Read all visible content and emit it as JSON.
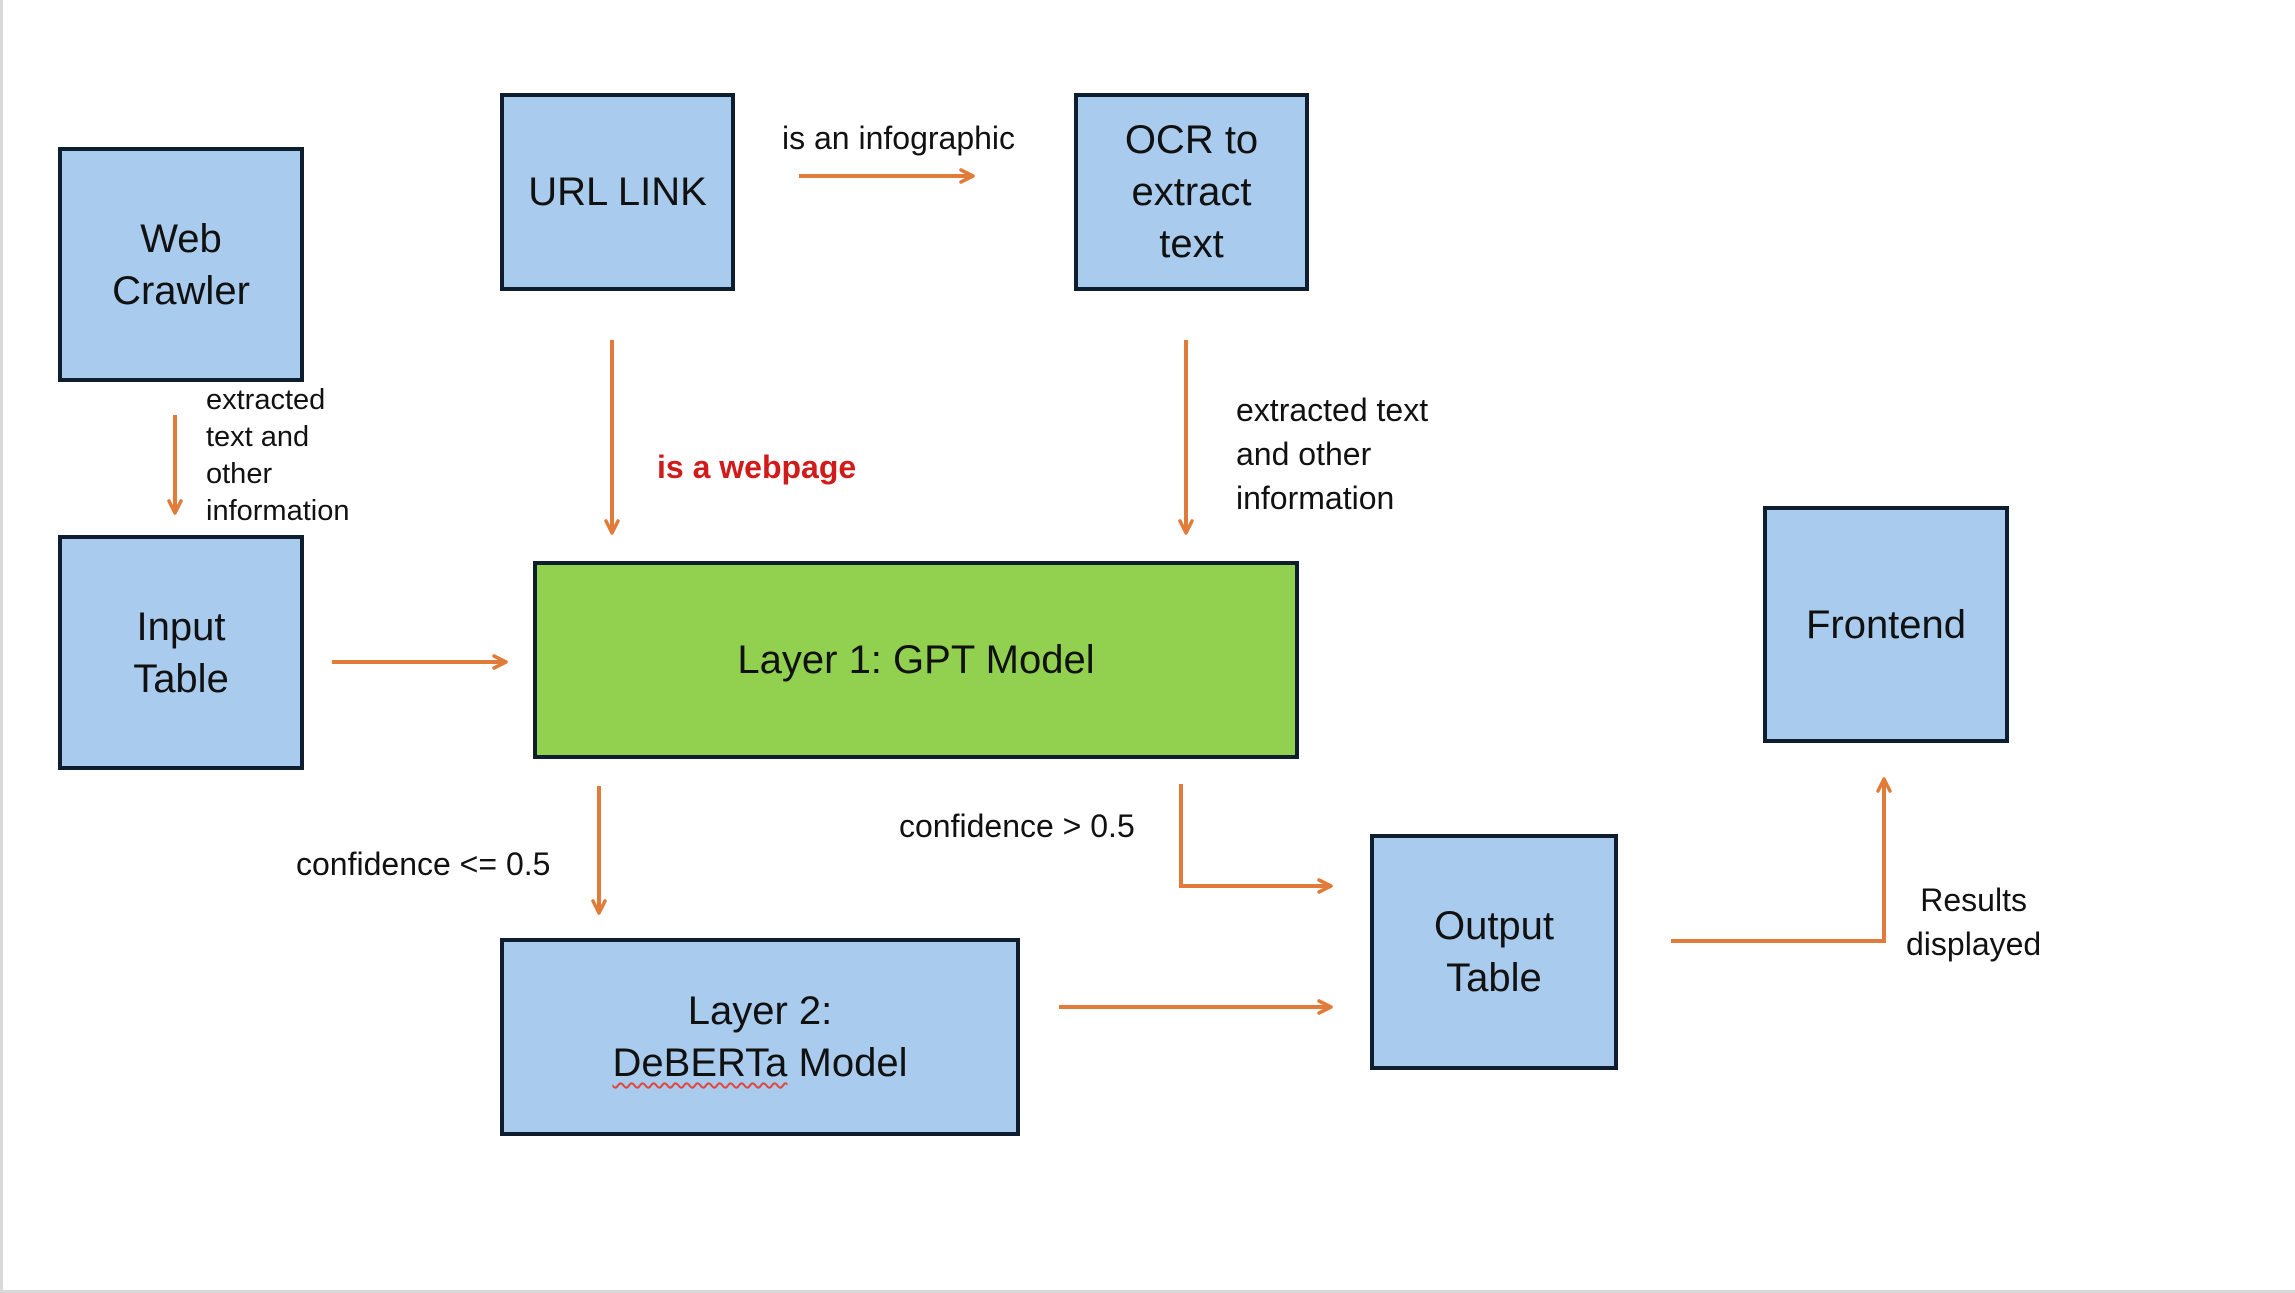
{
  "nodes": {
    "web_crawler": "Web\nCrawler",
    "url_link": "URL LINK",
    "ocr": "OCR  to\nextract\ntext",
    "input_table": "Input\nTable",
    "gpt_model": "Layer 1: GPT Model",
    "frontend": "Frontend",
    "deberta_line1": "Layer 2:",
    "deberta_word": "DeBERTa",
    "deberta_rest": " Model",
    "output_table": "Output\nTable"
  },
  "edge_labels": {
    "infographic": "is an infographic",
    "crawler_to_input": "extracted\ntext and\nother\ninformation",
    "webpage": "is a webpage",
    "ocr_to_gpt": "extracted text\nand other\ninformation",
    "low_confidence": "confidence <= 0.5",
    "high_confidence": "confidence > 0.5",
    "results": "Results\ndisplayed"
  },
  "colors": {
    "box_fill": "#a9cbed",
    "gpt_fill": "#92d050",
    "border": "#0f1e2e",
    "arrow": "#e07b39",
    "emphasis_text": "#d11a1a"
  }
}
